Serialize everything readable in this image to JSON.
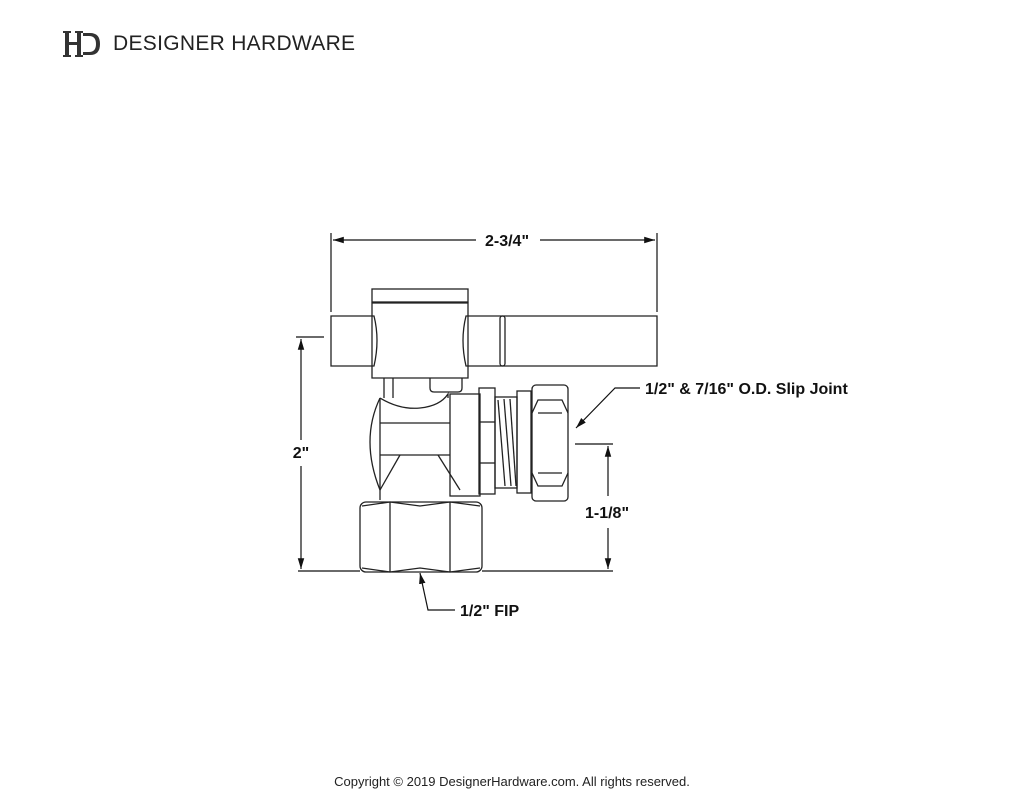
{
  "header": {
    "logo_icon": "dh-monogram-icon",
    "brand_name": "DESIGNER HARDWARE"
  },
  "diagram": {
    "title": "Angle stop valve technical drawing",
    "dimensions": {
      "overall_width": "2-3/4\"",
      "overall_height": "2\"",
      "outlet_height": "1-1/8\""
    },
    "callouts": {
      "outlet": "1/2\" & 7/16\" O.D. Slip Joint",
      "inlet": "1/2\" FIP"
    },
    "line_color": "#222222"
  },
  "footer": {
    "copyright": "Copyright © 2019 DesignerHardware.com. All rights reserved."
  }
}
